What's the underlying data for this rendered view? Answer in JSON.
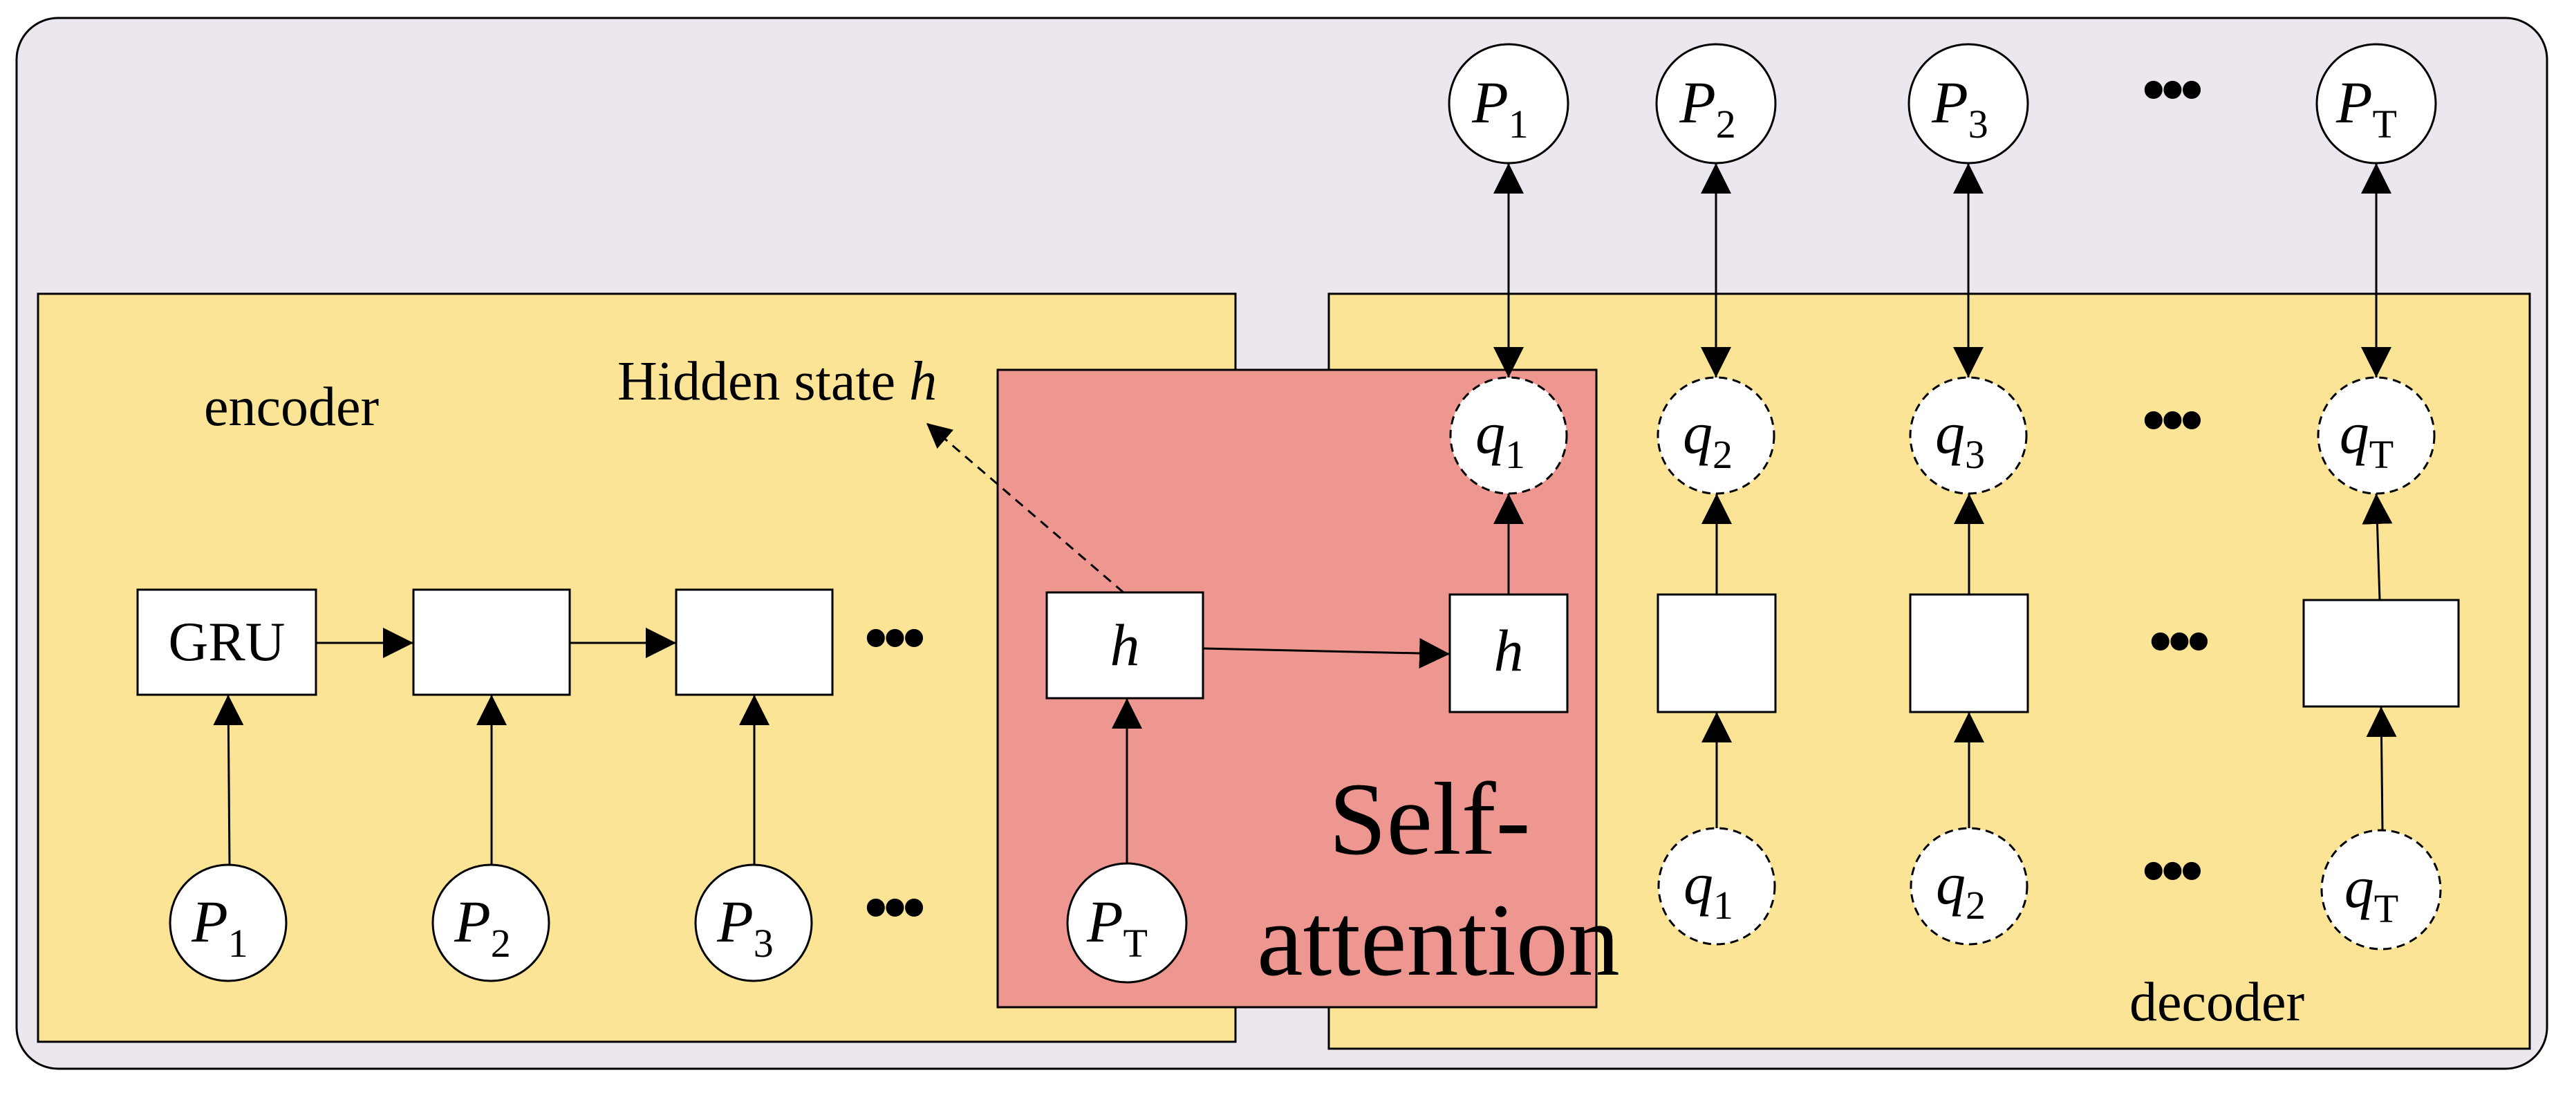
{
  "colors": {
    "outer_fill": "#ECE7EF",
    "region_fill": "#FCE497",
    "attention_fill": "#EE9690",
    "node_fill": "#FFFFFF",
    "stroke": "#000000"
  },
  "labels": {
    "encoder": "encoder",
    "decoder": "decoder",
    "self_attention_line1": "Self-",
    "self_attention_line2": "attention",
    "hidden_state_prefix": "Hidden state ",
    "hidden_state_symbol": "h",
    "gru": "GRU",
    "h": "h",
    "ellipsis": "•••"
  },
  "encoder_inputs": [
    {
      "base": "P",
      "sub": "1"
    },
    {
      "base": "P",
      "sub": "2"
    },
    {
      "base": "P",
      "sub": "3"
    }
  ],
  "attention_input": {
    "base": "P",
    "sub": "T"
  },
  "decoder_outputs": [
    {
      "base": "P",
      "sub": "1"
    },
    {
      "base": "P",
      "sub": "2"
    },
    {
      "base": "P",
      "sub": "3"
    },
    {
      "base": "P",
      "sub": "T"
    }
  ],
  "decoder_states": [
    {
      "base": "q",
      "sub": "1"
    },
    {
      "base": "q",
      "sub": "2"
    },
    {
      "base": "q",
      "sub": "3"
    },
    {
      "base": "q",
      "sub": "T"
    }
  ],
  "decoder_inputs": [
    {
      "base": "q",
      "sub": "1"
    },
    {
      "base": "q",
      "sub": "2"
    },
    {
      "base": "q",
      "sub": "T"
    }
  ]
}
